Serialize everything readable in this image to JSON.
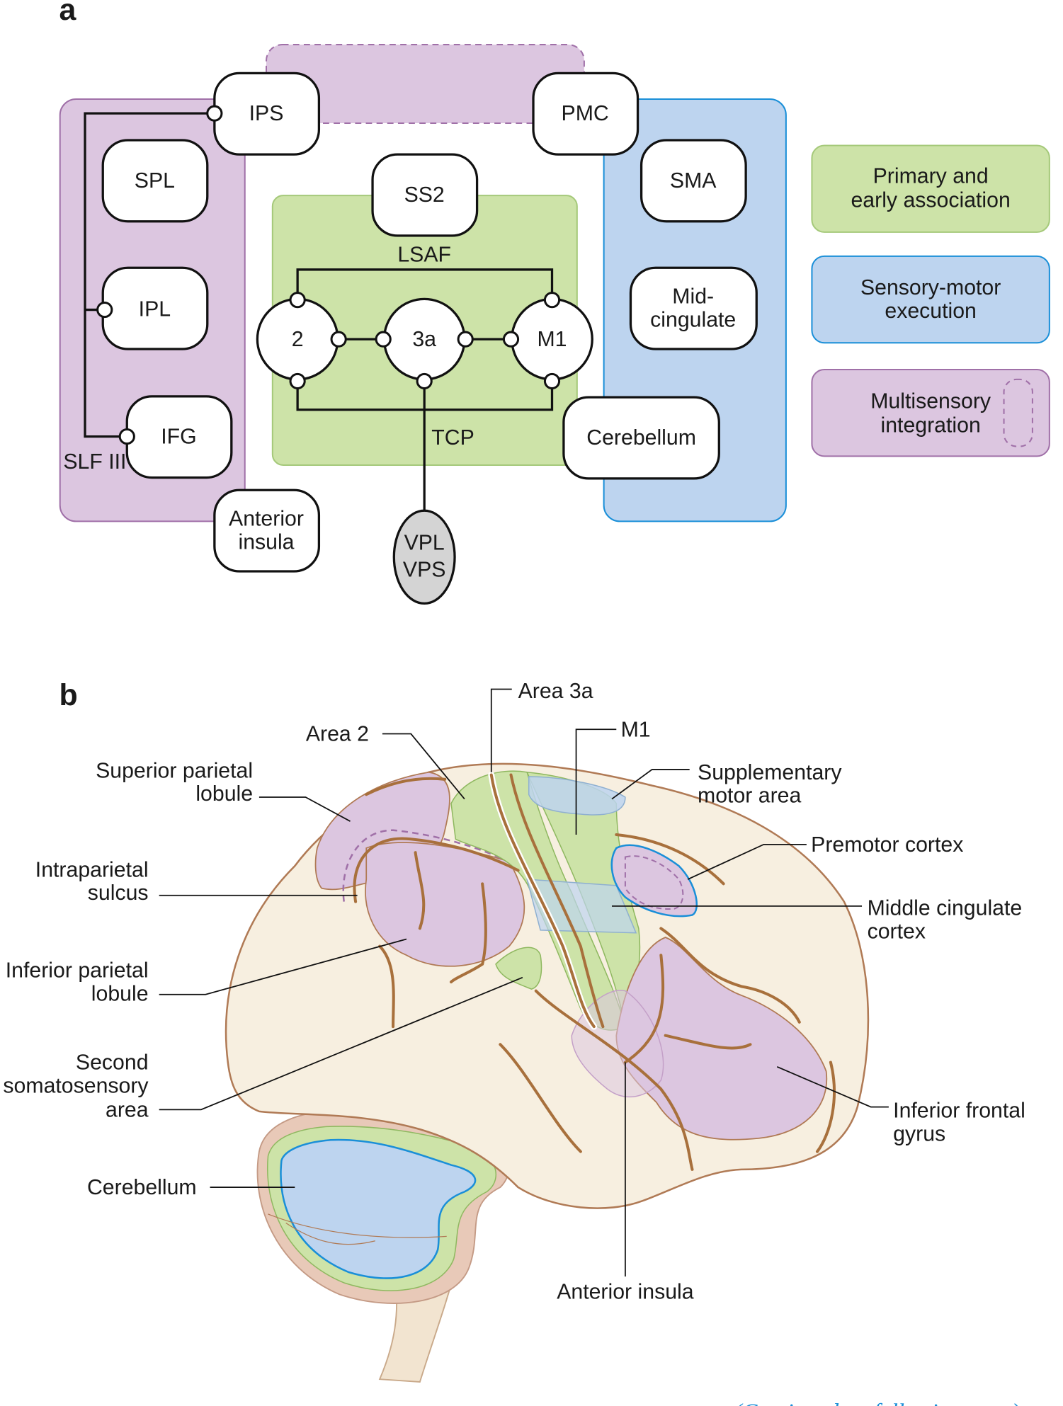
{
  "panel_a": {
    "label": "a",
    "nodes": {
      "ips": "IPS",
      "pmc": "PMC",
      "spl": "SPL",
      "sma": "SMA",
      "ss2": "SS2",
      "ipl": "IPL",
      "mid_cingulate": [
        "Mid-",
        "cingulate"
      ],
      "ifg": "IFG",
      "cerebellum": "Cerebellum",
      "anterior_insula": [
        "Anterior",
        "insula"
      ],
      "area2": "2",
      "area3a": "3a",
      "m1": "M1",
      "thalamus": [
        "VPL",
        "VPS"
      ]
    },
    "tracts": {
      "lsaf": "LSAF",
      "tcp": "TCP",
      "slf3": "SLF III"
    },
    "legend": [
      {
        "label": [
          "Primary and",
          "early association"
        ],
        "color": "#cde3a8"
      },
      {
        "label": [
          "Sensory-motor",
          "execution"
        ],
        "color": "#bdd4ef"
      },
      {
        "label": [
          "Multisensory",
          "integration"
        ],
        "color": "#dcc6e0"
      }
    ]
  },
  "panel_b": {
    "label": "b",
    "labels": {
      "area3a": "Area 3a",
      "m1": "M1",
      "area2": "Area 2",
      "spl": [
        "Superior parietal",
        "lobule"
      ],
      "sma": [
        "Supplementary",
        "motor area"
      ],
      "premotor": "Premotor cortex",
      "ips": [
        "Intraparietal",
        "sulcus"
      ],
      "mcc": [
        "Middle cingulate",
        "cortex"
      ],
      "ipl": [
        "Inferior parietal",
        "lobule"
      ],
      "s2": [
        "Second",
        "somatosensory",
        "area"
      ],
      "ifg": [
        "Inferior frontal",
        "gyrus"
      ],
      "cerebellum": "Cerebellum",
      "anterior_insula": "Anterior insula"
    }
  },
  "caption": "(Continued on following page)",
  "colors": {
    "green": "#cde3a8",
    "blue": "#bdd4ef",
    "purple": "#dcc6e0",
    "brain": "#f7efe0",
    "sulcus": "#a8703c",
    "accent": "#1a8fd8"
  }
}
